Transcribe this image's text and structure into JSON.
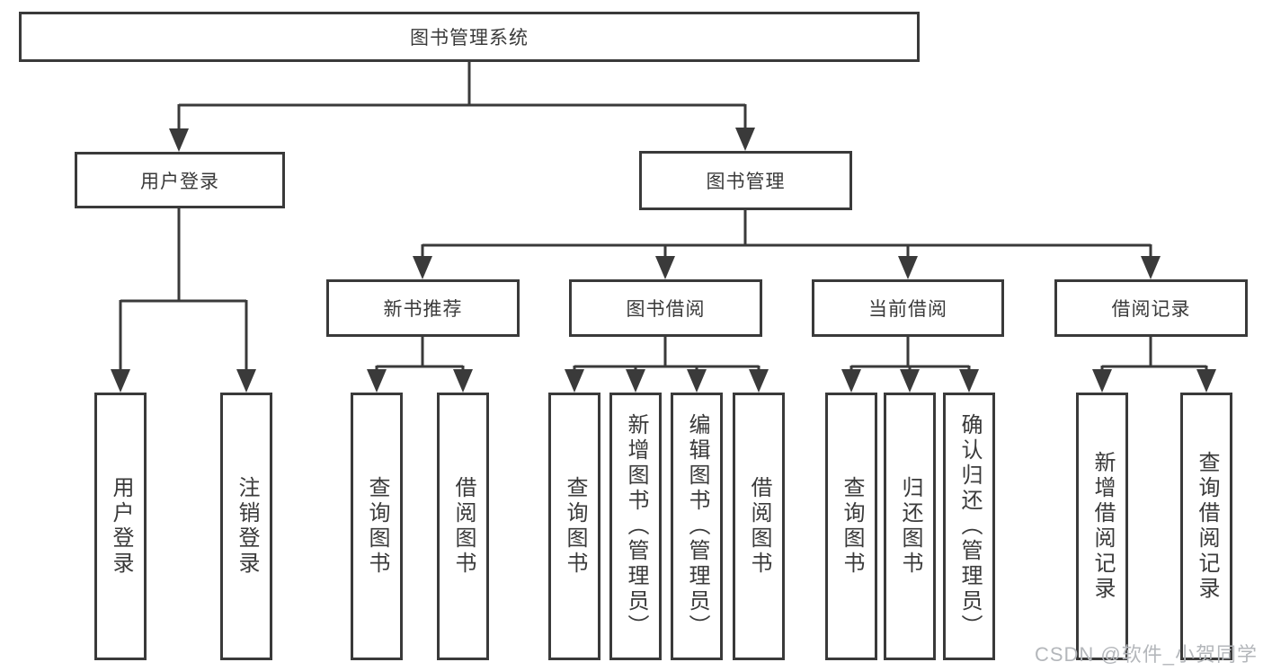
{
  "diagram": {
    "title": "图书管理系统",
    "nodes": {
      "root": "图书管理系统",
      "user_login": "用户登录",
      "book_management": "图书管理",
      "new_book_recommendation": "新书推荐",
      "book_borrowing": "图书借阅",
      "current_borrowing": "当前借阅",
      "borrowing_records": "借阅记录",
      "leaves": {
        "user": [
          "用户登录",
          "注销登录"
        ],
        "recommend": [
          "查询图书",
          "借阅图书"
        ],
        "borrow": [
          "查询图书",
          "新增图书（管理员）",
          "编辑图书（管理员）",
          "借阅图书"
        ],
        "current": [
          "查询图书",
          "归还图书",
          "确认归还（管理员）"
        ],
        "records": [
          "新增借阅记录",
          "查询借阅记录"
        ]
      }
    },
    "colors": {
      "line": "#3a3a3a",
      "text": "#3a3a3a",
      "background": "#ffffff",
      "watermark_text": "#b4b7bb"
    },
    "watermark": "CSDN @软件_小贺同学"
  }
}
